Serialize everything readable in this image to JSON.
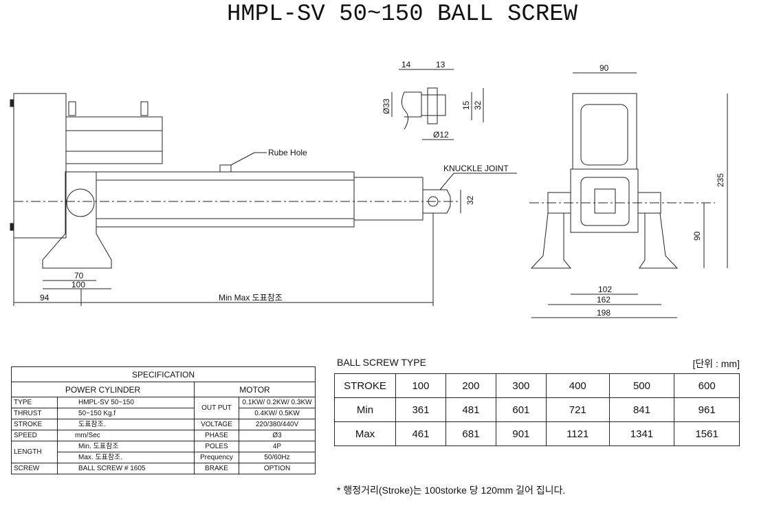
{
  "title": "HMPL-SV 50~150 BALL SCREW",
  "drawing": {
    "rube_hole": "Rube Hole",
    "knuckle_joint": "KNUCKLE JOINT",
    "side": {
      "d70": "70",
      "d100": "100",
      "d94": "94",
      "minmax": "Min Max 도표참조",
      "d32": "32"
    },
    "knuckle": {
      "d14": "14",
      "d13": "13",
      "d33": "Ø33",
      "d15": "15",
      "d32": "32",
      "d12": "Ø12"
    },
    "front": {
      "d90top": "90",
      "d235": "235",
      "d90": "90",
      "d102": "102",
      "d162": "162",
      "d198": "198"
    }
  },
  "spec": {
    "title": "SPECIFICATION",
    "power_cylinder": "POWER CYLINDER",
    "motor": "MOTOR",
    "rows": {
      "type_label": "TYPE",
      "type_value": "HMPL-SV 50~150",
      "thrust_label": "THRUST",
      "thrust_value": "50~150 Kg.f",
      "stroke_label": "STROKE",
      "stroke_value": "도표참조.",
      "speed_label": "SPEED",
      "speed_value": "mm/Sec",
      "length_label": "LENGTH",
      "length_min": "Min. 도표참조",
      "length_max": "Max. 도표참조.",
      "screw_label": "SCREW",
      "screw_value": "BALL SCREW # 1605",
      "output_label": "OUT PUT",
      "output_value1": "0.1KW/ 0.2KW/ 0.3KW",
      "output_value2": "0.4KW/ 0.5KW",
      "voltage_label": "VOLTAGE",
      "voltage_value": "220/380/440V",
      "phase_label": "PHASE",
      "phase_value": "Ø3",
      "poles_label": "POLES",
      "poles_value": "4P",
      "freq_label": "Prequency",
      "freq_value": "50/60Hz",
      "brake_label": "BRAKE",
      "brake_value": "OPTION"
    }
  },
  "ball_screw": {
    "title": "BALL SCREW TYPE",
    "unit": "[단위 : mm]",
    "rows": [
      [
        "STROKE",
        "100",
        "200",
        "300",
        "400",
        "500",
        "600"
      ],
      [
        "Min",
        "361",
        "481",
        "601",
        "721",
        "841",
        "961"
      ],
      [
        "Max",
        "461",
        "681",
        "901",
        "1121",
        "1341",
        "1561"
      ]
    ]
  },
  "note": "* 행정거리(Stroke)는 100storke 당 120mm 길어 집니다."
}
